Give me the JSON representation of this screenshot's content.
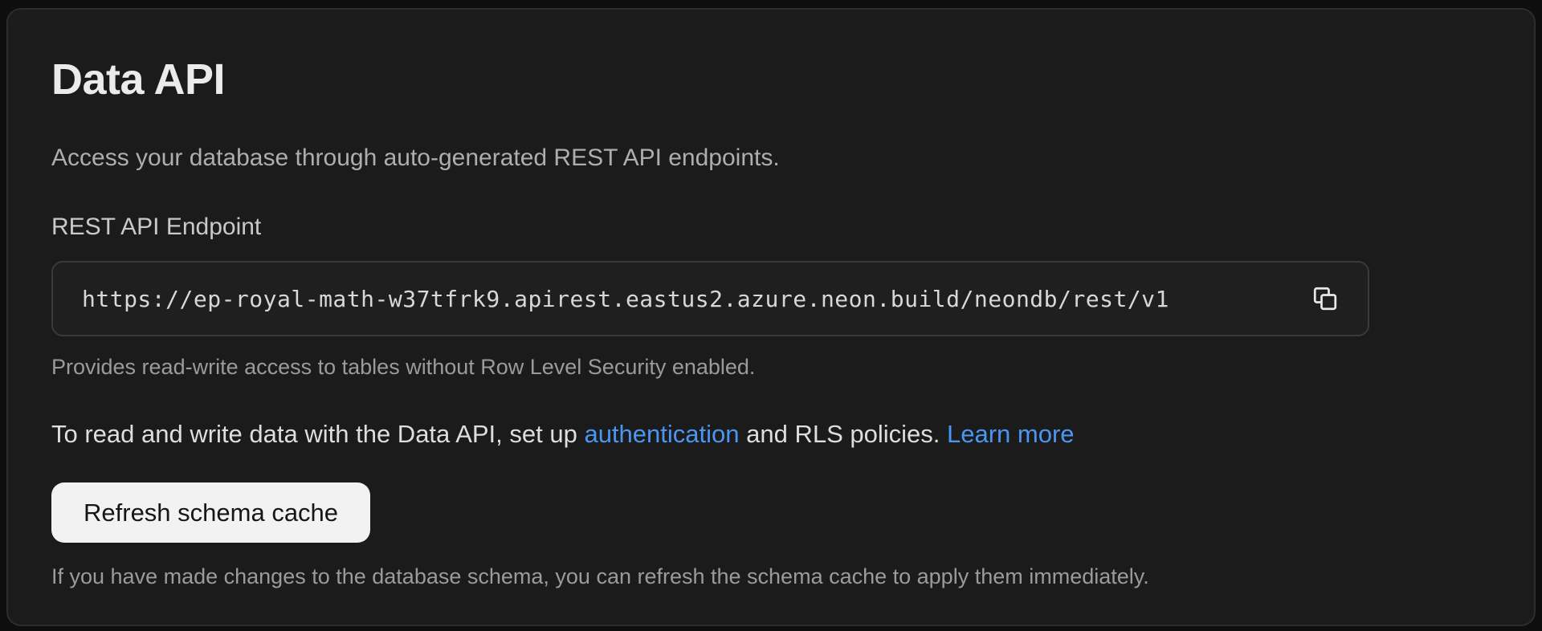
{
  "panel": {
    "title": "Data API",
    "description": "Access your database through auto-generated REST API endpoints."
  },
  "endpoint": {
    "label": "REST API Endpoint",
    "url": "https://ep-royal-math-w37tfrk9.apirest.eastus2.azure.neon.build/neondb/rest/v1",
    "copy_icon": "copy-icon",
    "helper": "Provides read-write access to tables without Row Level Security enabled."
  },
  "auth_note": {
    "text_before": "To read and write data with the Data API, set up ",
    "link_authentication": "authentication",
    "text_middle": " and RLS policies. ",
    "link_learn_more": "Learn more"
  },
  "schema_cache": {
    "button_label": "Refresh schema cache",
    "helper": "If you have made changes to the database schema, you can refresh the schema cache to apply them immediately."
  },
  "colors": {
    "page_bg": "#0e0e0e",
    "card_bg": "#1b1b1b",
    "card_border": "#2d2d2d",
    "field_bg": "#1f1f1f",
    "field_border": "#3a3a3a",
    "link_blue": "#4b96f0",
    "button_bg": "#f2f2f2",
    "button_text": "#161616"
  }
}
